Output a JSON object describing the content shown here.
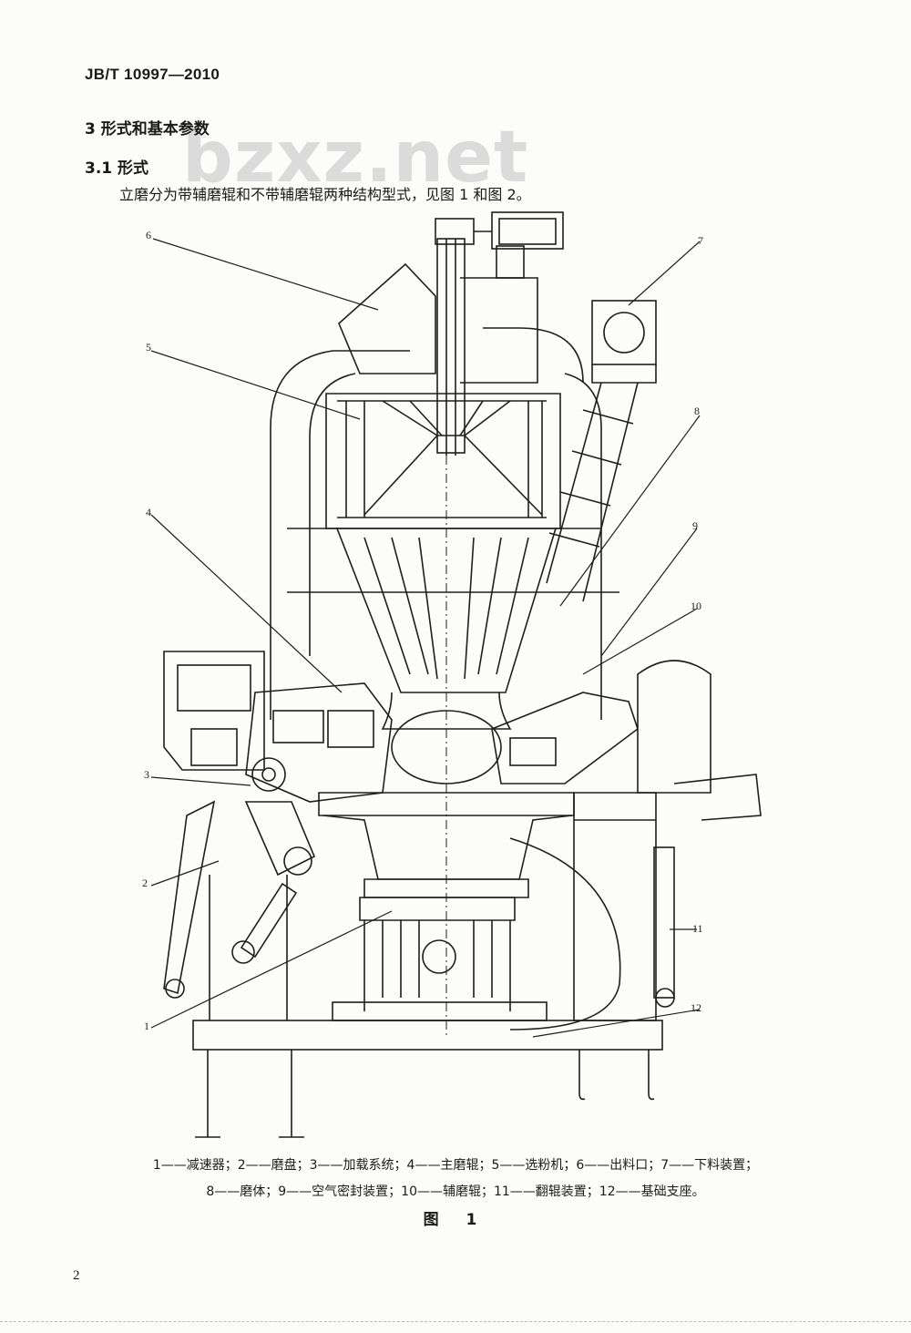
{
  "header": {
    "doc_code": "JB/T 10997—2010"
  },
  "watermark": "bzxz.net",
  "section": {
    "title": "3  形式和基本参数",
    "subsection": "3.1   形式",
    "paragraph": "立磨分为带辅磨辊和不带辅磨辊两种结构型式，见图 1 和图 2。"
  },
  "figure": {
    "labels": {
      "n1": "1",
      "n2": "2",
      "n3": "3",
      "n4": "4",
      "n5": "5",
      "n6": "6",
      "n7": "7",
      "n8": "8",
      "n9": "9",
      "n10": "10",
      "n11": "11",
      "n12": "12"
    },
    "legend_line1": "1——减速器；2——磨盘；3——加载系统；4——主磨辊；5——选粉机；6——出料口；7——下料装置；",
    "legend_line2": "8——磨体；9——空气密封装置；10——辅磨辊；11——翻辊装置；12——基础支座。",
    "caption": "图 1"
  },
  "footer": {
    "page_number": "2"
  }
}
